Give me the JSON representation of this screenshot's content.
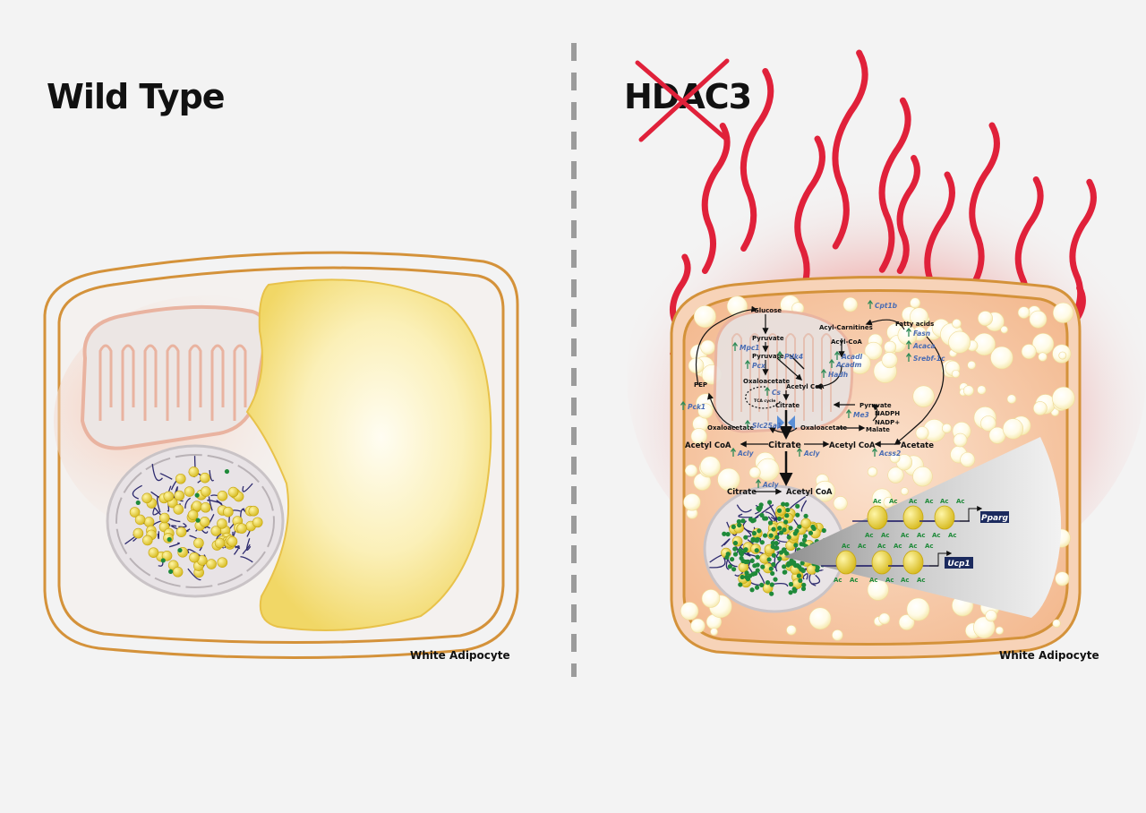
{
  "left_panel": {
    "title": "Wild Type",
    "caption": "White Adipocyte"
  },
  "right_panel": {
    "title": "HDAC3",
    "caption": "White Adipocyte",
    "pathway_labels": {
      "glucose": "Glucose",
      "pyruvate_1": "Pyruvate",
      "pyruvate_2": "Pyruvate",
      "oxaloacetate_mito": "Oxaloacetate",
      "tca": "TCA cycle",
      "citrate_mito": "Citrate",
      "acetyl_coa_mito": "Acetyl CoA",
      "acyl_carnitines": "Acyl-Carnitines",
      "acyl_coa": "Acyl-CoA",
      "fatty_acids": "Fatty acids",
      "pep": "PEP",
      "oxaloacetate_left": "Oxaloacetate",
      "acetyl_coa_left": "Acetyl CoA",
      "citrate_center": "Citrate",
      "acetyl_coa_right": "Acetyl CoA",
      "acetate": "Acetate",
      "oxaloacetate_right": "Oxaloacetate",
      "malate": "Malate",
      "pyruvate_right": "Pyruvate",
      "nadph": "NADPH",
      "nadp": "NADP+",
      "citrate_nuc": "Citrate",
      "acetyl_coa_nuc": "Acetyl CoA"
    },
    "genes": {
      "cpt1b": "Cpt1b",
      "fasn": "Fasn",
      "acaca": "Acaca",
      "srebf1c": "Srebf-1c",
      "mpc1": "Mpc1",
      "pcx": "Pcx",
      "pdk4": "Pdk4",
      "acadl": "Acadl",
      "acadm": "Acadm",
      "hadh": "Hadh",
      "cs": "Cs",
      "pck1": "Pck1",
      "slc25a1": "Slc25a1",
      "me3": "Me3",
      "acly_left": "Acly",
      "acly_right": "Acly",
      "acss2": "Acss2",
      "acly_nuc": "Acly",
      "pparg": "Pparg",
      "ucp1": "Ucp1"
    },
    "acetyl_mark": "Ac"
  },
  "colors": {
    "membrane": "#d4923a",
    "lipid": "#f6e27a",
    "heat": "#e0213a",
    "gene_text": "#4a6cb3",
    "up_arrow": "#2e8b57",
    "dna": "#2d2a6e",
    "histone": "#f0d432",
    "acetyl": "#1f8a3a"
  }
}
